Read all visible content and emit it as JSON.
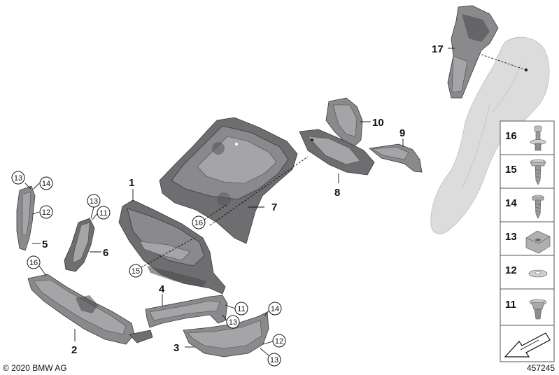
{
  "callouts": {
    "p1": "1",
    "p2": "2",
    "p3": "3",
    "p4": "4",
    "p5": "5",
    "p6": "6",
    "p7": "7",
    "p8": "8",
    "p9": "9",
    "p10": "10",
    "p17": "17"
  },
  "circled": {
    "c13a": "13",
    "c14a": "14",
    "c12a": "12",
    "c16a": "16",
    "c13b": "13",
    "c11a": "11",
    "c16b": "16",
    "c15a": "15",
    "c11b": "11",
    "c13c": "13",
    "c14b": "14",
    "c12b": "12",
    "c13d": "13"
  },
  "legend": [
    "16",
    "15",
    "14",
    "13",
    "12",
    "11"
  ],
  "footer": {
    "copyright": "© 2020 BMW AG",
    "diagram_number": "457245"
  }
}
